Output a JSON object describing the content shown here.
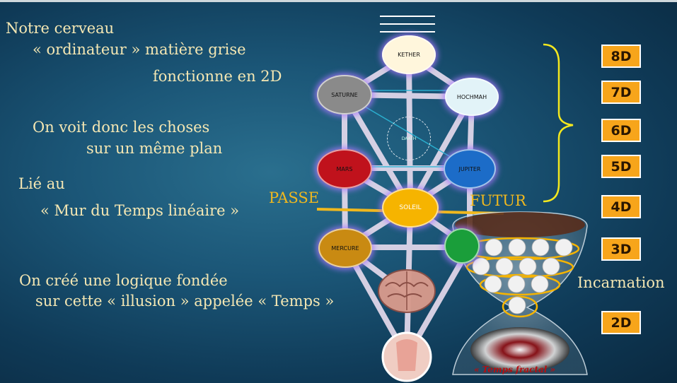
{
  "left_text": {
    "line1": "Notre cerveau",
    "line2": "« ordinateur » matière grise",
    "line3": "fonctionne en 2D",
    "line4": "On voit donc les choses",
    "line5": "sur un même plan",
    "line6": "Lié au",
    "line7": "« Mur du Temps linéaire »",
    "line8": "On créé une logique fondée",
    "line9": "sur cette « illusion » appelée « Temps »"
  },
  "tree": {
    "nodes": {
      "kether": "KETHER",
      "saturne": "SATURNE",
      "hochmah": "HOCHMAH",
      "daath": "DAATH",
      "mars": "MARS",
      "jupiter": "JUPITER",
      "soleil": "SOLEIL",
      "mercure": "MERCURE"
    },
    "colors": {
      "kether": "#fff6dc",
      "saturne": "#8a8a8a",
      "hochmah": "#e2f3f8",
      "mars": "#c0121c",
      "jupiter": "#1c6cc8",
      "soleil": "#f6b400",
      "mercure": "#c98a12",
      "venus": "#1a9e3a"
    }
  },
  "timeline": {
    "past": "PASSE",
    "future": "FUTUR"
  },
  "dimensions": [
    "8D",
    "7D",
    "6D",
    "5D",
    "4D",
    "3D",
    "2D"
  ],
  "incarnation": "Incarnation",
  "fractal_caption": "« Temps fractal »"
}
